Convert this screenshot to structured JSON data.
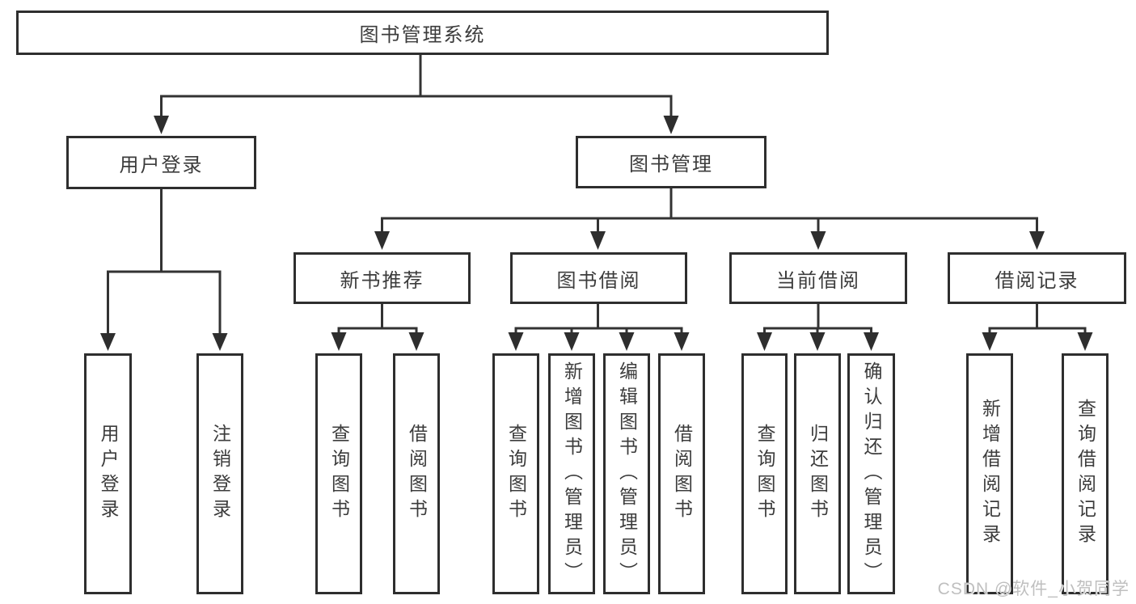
{
  "colors": {
    "background": "#ffffff",
    "line": "#333333",
    "box_border": "#2e2e2e",
    "text": "#3c3c3c",
    "watermark": "#bfbfbf"
  },
  "tree": {
    "root": {
      "label": "图书管理系统"
    },
    "level2": [
      {
        "label": "用户登录",
        "parent": "图书管理系统"
      },
      {
        "label": "图书管理",
        "parent": "图书管理系统"
      }
    ],
    "level3": [
      {
        "label": "新书推荐",
        "parent": "图书管理"
      },
      {
        "label": "图书借阅",
        "parent": "图书管理"
      },
      {
        "label": "当前借阅",
        "parent": "图书管理"
      },
      {
        "label": "借阅记录",
        "parent": "图书管理"
      }
    ],
    "leaves": [
      {
        "label": "用户登录",
        "parent": "用户登录"
      },
      {
        "label": "注销登录",
        "parent": "用户登录"
      },
      {
        "label": "查询图书",
        "parent": "新书推荐"
      },
      {
        "label": "借阅图书",
        "parent": "新书推荐"
      },
      {
        "label": "查询图书",
        "parent": "图书借阅"
      },
      {
        "label": "新增图书（管理员）",
        "parent": "图书借阅"
      },
      {
        "label": "编辑图书（管理员）",
        "parent": "图书借阅"
      },
      {
        "label": "借阅图书",
        "parent": "图书借阅"
      },
      {
        "label": "查询图书",
        "parent": "当前借阅"
      },
      {
        "label": "归还图书",
        "parent": "当前借阅"
      },
      {
        "label": "确认归还（管理员）",
        "parent": "当前借阅"
      },
      {
        "label": "新增借阅记录",
        "parent": "借阅记录"
      },
      {
        "label": "查询借阅记录",
        "parent": "借阅记录"
      }
    ]
  },
  "watermark": {
    "text": "CSDN @软件_小贺同学"
  }
}
